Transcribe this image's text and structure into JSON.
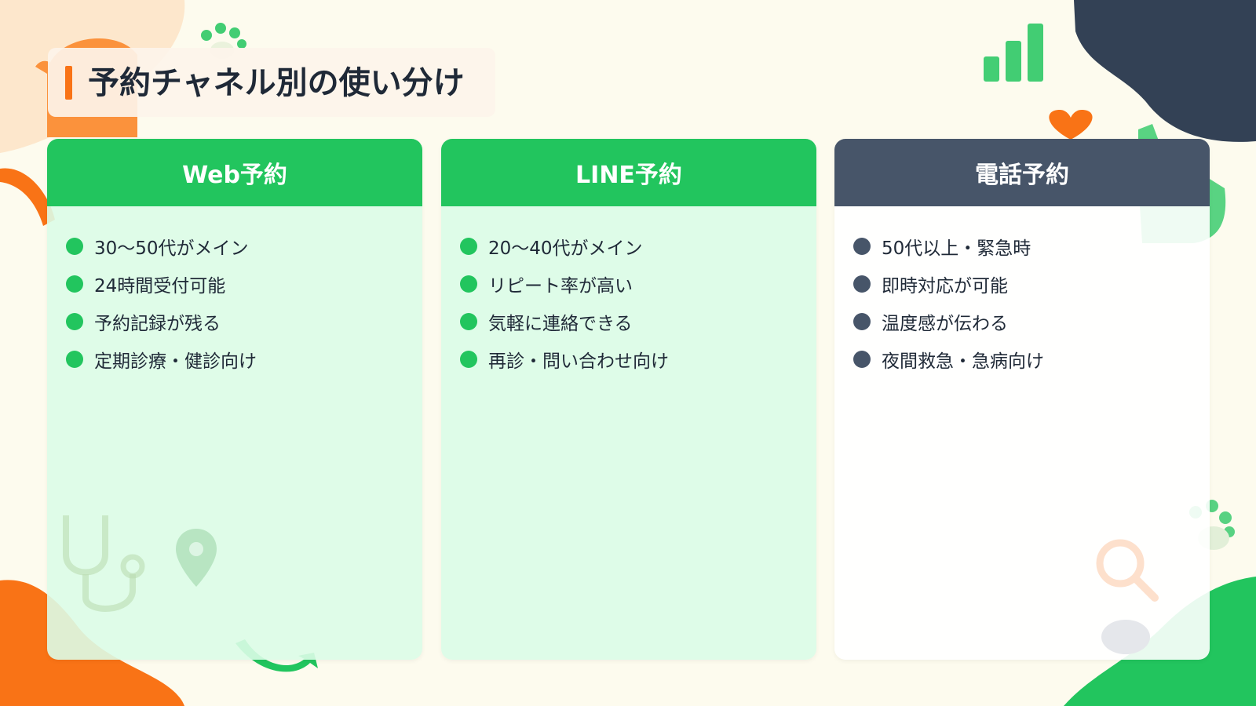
{
  "title": "予約チャネル別の使い分け",
  "colors": {
    "accent": "#f97316",
    "green": "#22c55e",
    "slate": "#475569",
    "navy": "#334155",
    "background": "#fdfbee"
  },
  "cards": [
    {
      "header": "Web予約",
      "items": [
        "30〜50代がメイン",
        "24時間受付可能",
        "予約記録が残る",
        "定期診療・健診向け"
      ]
    },
    {
      "header": "LINE予約",
      "items": [
        "20〜40代がメイン",
        "リピート率が高い",
        "気軽に連絡できる",
        "再診・問い合わせ向け"
      ]
    },
    {
      "header": "電話予約",
      "items": [
        "50代以上・緊急時",
        "即時対応が可能",
        "温度感が伝わる",
        "夜間救急・急病向け"
      ]
    }
  ],
  "decorations": [
    "paw-icon",
    "bar-chart-icon",
    "heart-icon",
    "cat-icon",
    "stethoscope-icon",
    "map-pin-icon",
    "magnifier-icon",
    "arrow-icon"
  ]
}
